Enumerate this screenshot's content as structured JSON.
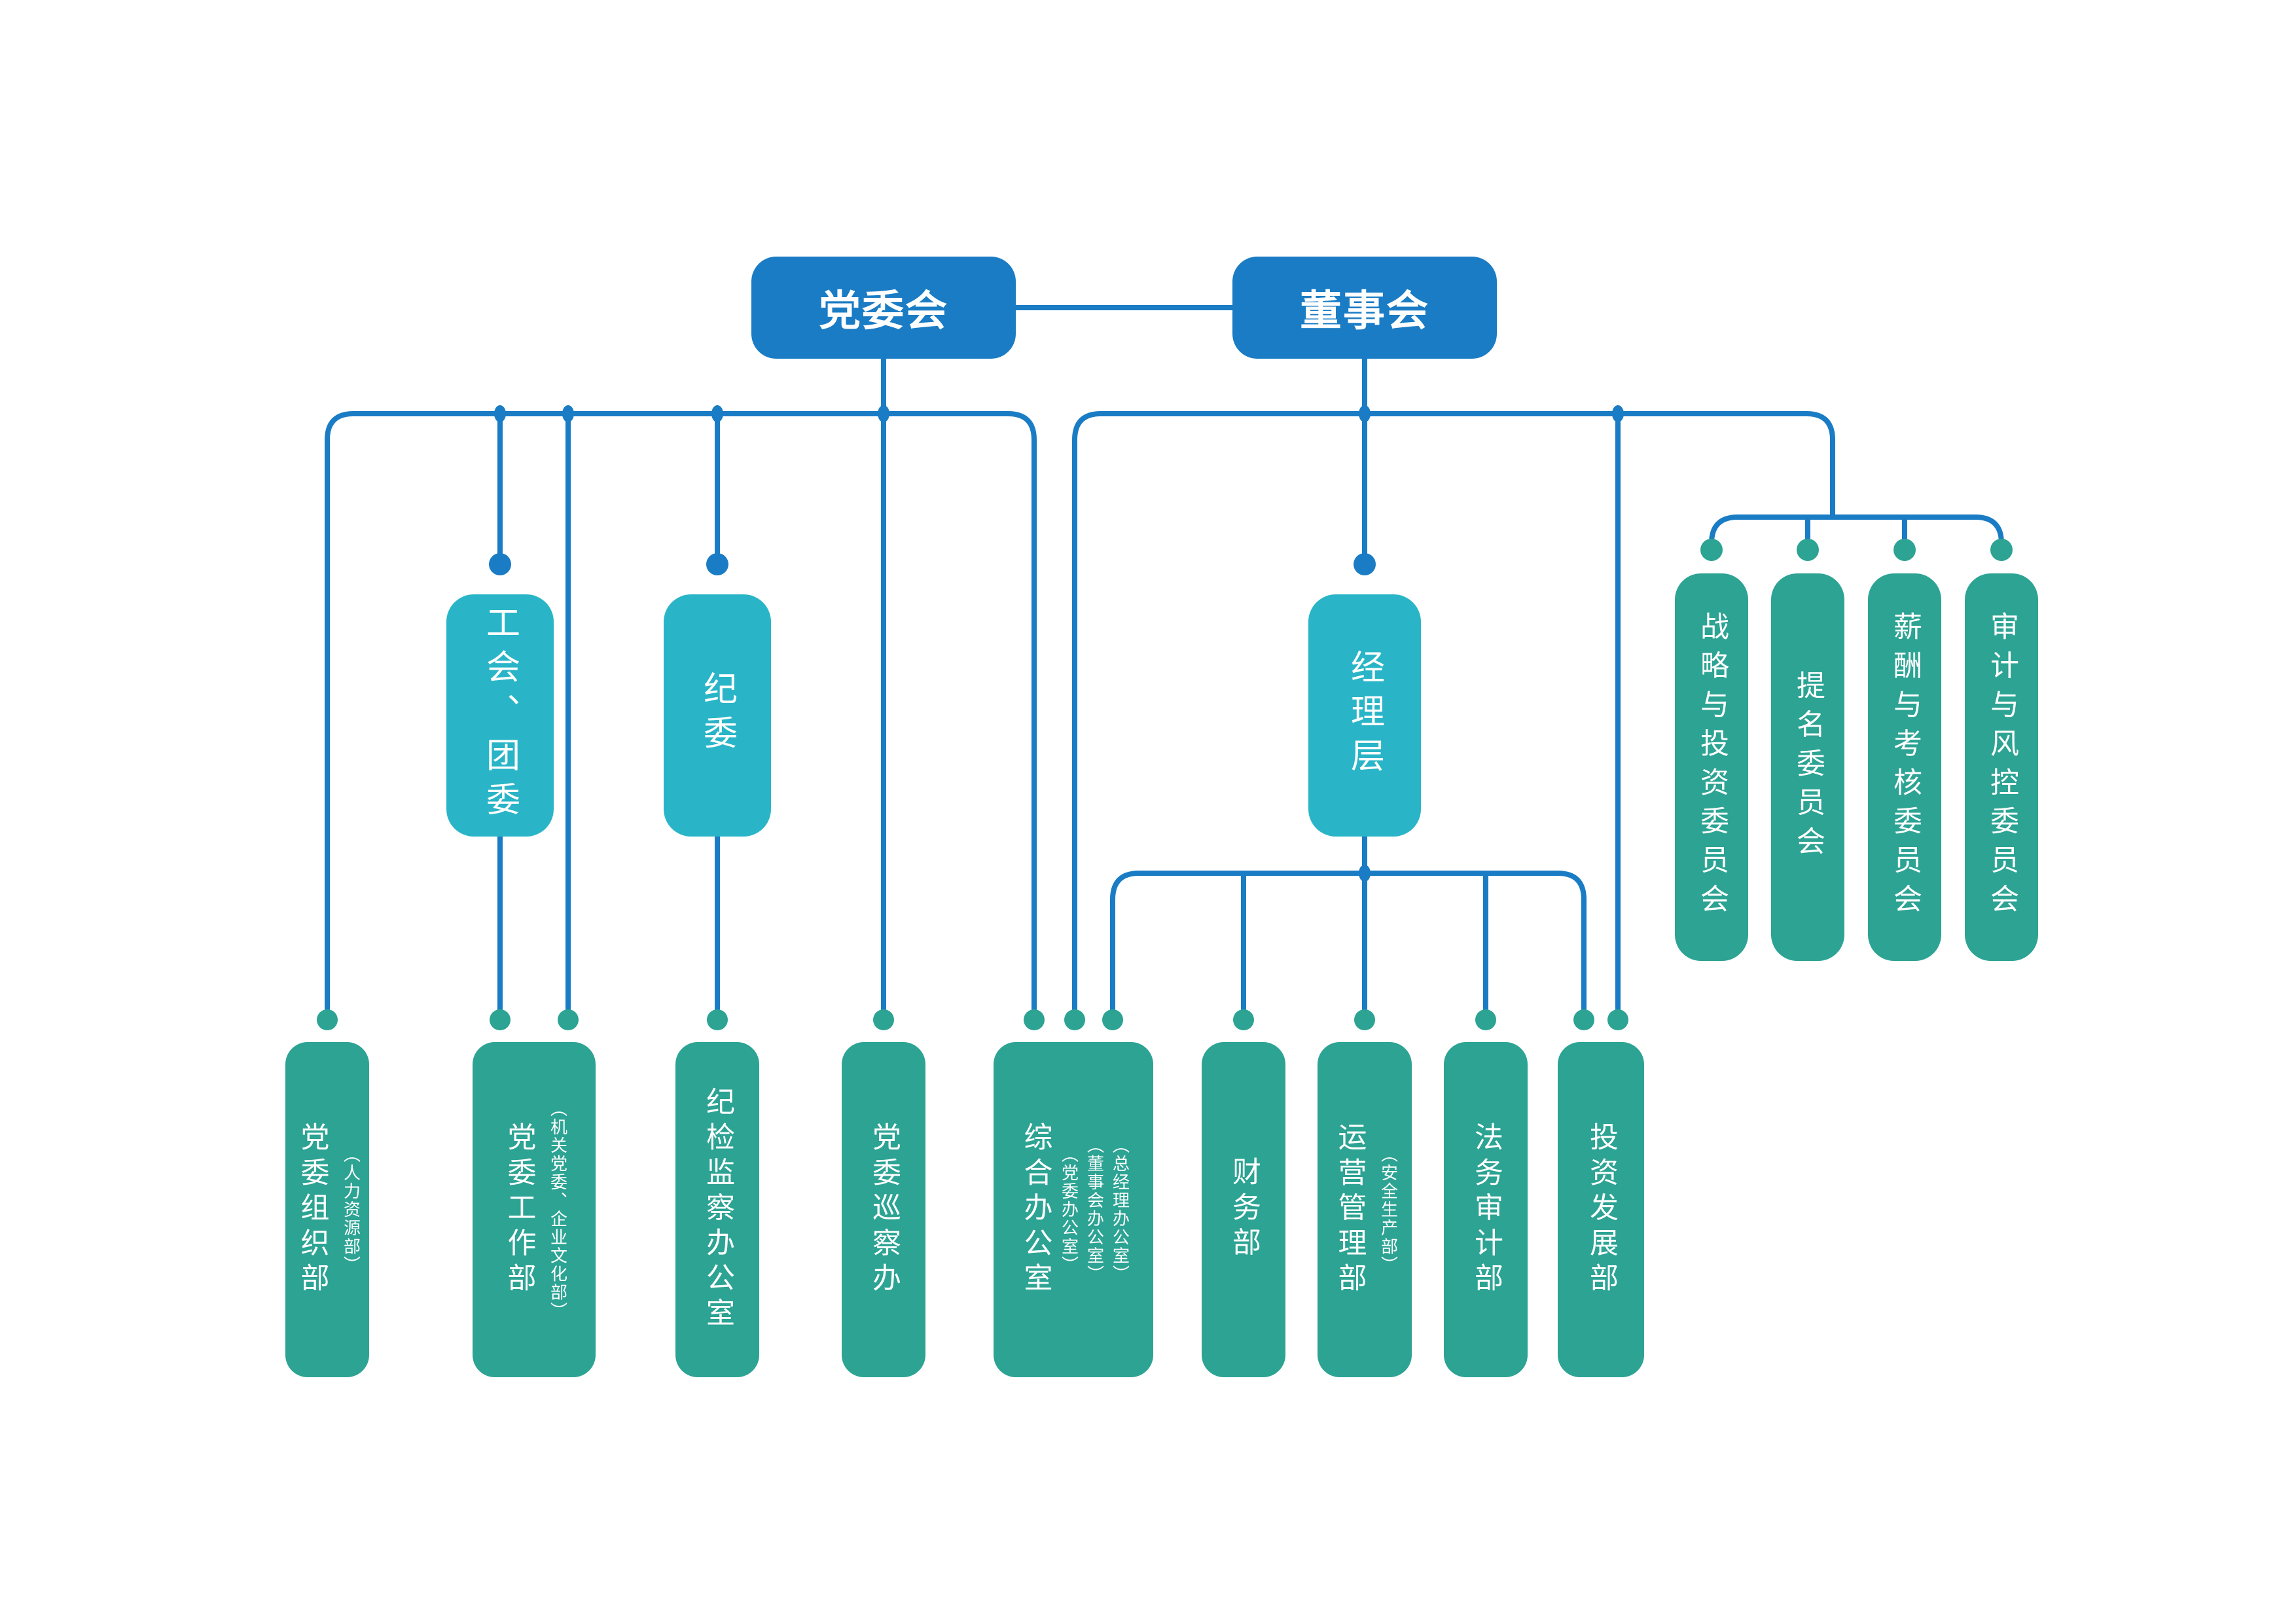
{
  "palette": {
    "blue": "#1a7cc4",
    "cyan": "#29b5c7",
    "teal": "#2ca393",
    "line": "#1a7cc4",
    "background": "#ffffff"
  },
  "org": {
    "top": [
      {
        "label": "党委会"
      },
      {
        "label": "董事会"
      }
    ],
    "mid": [
      {
        "label": "工会、团委"
      },
      {
        "label": "纪委"
      },
      {
        "label": "经理层"
      }
    ],
    "committees": [
      {
        "label": "战略与投资委员会"
      },
      {
        "label": "提名委员会"
      },
      {
        "label": "薪酬与考核委员会"
      },
      {
        "label": "审计与风控委员会"
      }
    ],
    "departments": [
      {
        "label": "党委组织部",
        "subs": [
          "（人力资源部）"
        ]
      },
      {
        "label": "党委工作部",
        "subs": [
          "（机关党委、企业文化部）"
        ]
      },
      {
        "label": "纪检监察办公室",
        "subs": []
      },
      {
        "label": "党委巡察办",
        "subs": []
      },
      {
        "label": "综合办公室",
        "subs": [
          "（党委办公室）",
          "（董事会办公室）",
          "（总经理办公室）"
        ]
      },
      {
        "label": "财务部",
        "subs": []
      },
      {
        "label": "运营管理部",
        "subs": [
          "（安全生产部）"
        ]
      },
      {
        "label": "法务审计部",
        "subs": []
      },
      {
        "label": "投资发展部",
        "subs": []
      }
    ],
    "edges": [
      {
        "from": "党委会",
        "to": "董事会"
      },
      {
        "from": "党委会",
        "to": "党委组织部"
      },
      {
        "from": "党委会",
        "to": "工会、团委"
      },
      {
        "from": "党委会",
        "to": "党委工作部"
      },
      {
        "from": "党委会",
        "to": "纪委"
      },
      {
        "from": "党委会",
        "to": "党委巡察办"
      },
      {
        "from": "党委会",
        "to": "综合办公室"
      },
      {
        "from": "工会、团委",
        "to": "党委工作部"
      },
      {
        "from": "纪委",
        "to": "纪检监察办公室"
      },
      {
        "from": "董事会",
        "to": "经理层"
      },
      {
        "from": "董事会",
        "to": "综合办公室"
      },
      {
        "from": "董事会",
        "to": "投资发展部"
      },
      {
        "from": "董事会",
        "to": "战略与投资委员会"
      },
      {
        "from": "董事会",
        "to": "提名委员会"
      },
      {
        "from": "董事会",
        "to": "薪酬与考核委员会"
      },
      {
        "from": "董事会",
        "to": "审计与风控委员会"
      },
      {
        "from": "经理层",
        "to": "综合办公室"
      },
      {
        "from": "经理层",
        "to": "财务部"
      },
      {
        "from": "经理层",
        "to": "运营管理部"
      },
      {
        "from": "经理层",
        "to": "法务审计部"
      },
      {
        "from": "经理层",
        "to": "投资发展部"
      }
    ]
  }
}
